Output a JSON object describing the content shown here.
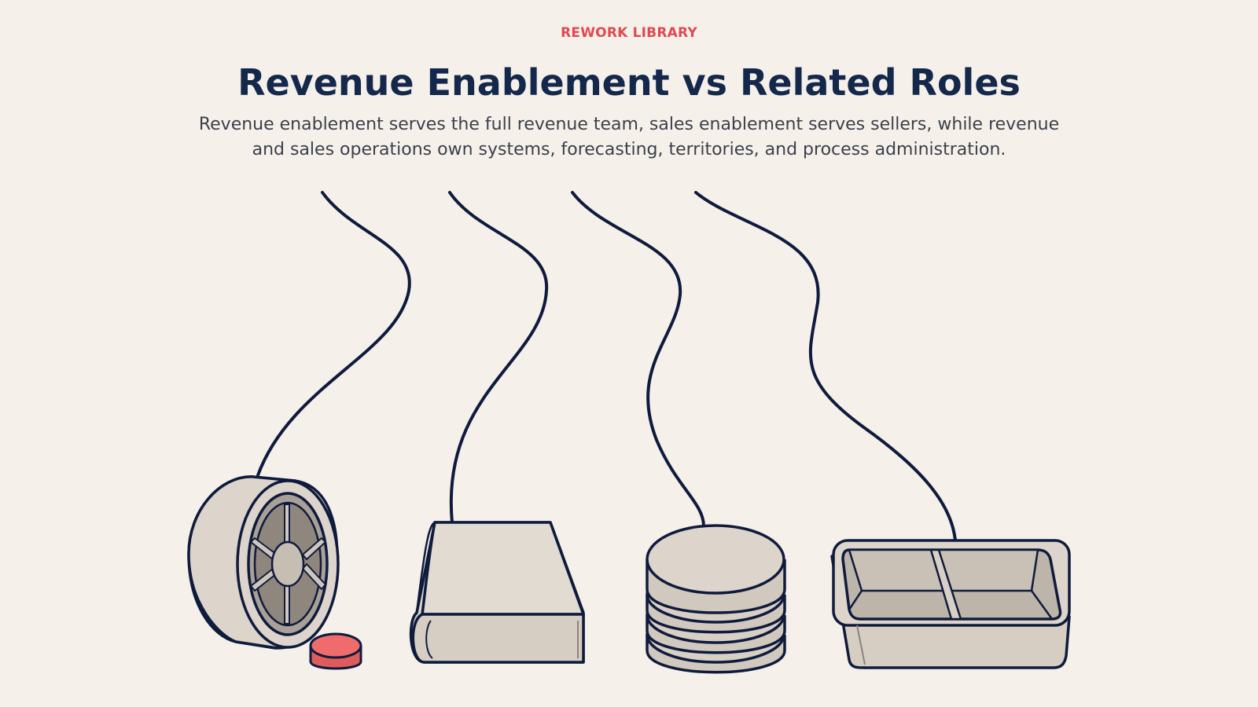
{
  "header": {
    "eyebrow": "REWORK LIBRARY",
    "title": "Revenue Enablement vs Related Roles",
    "subtitle": "Revenue enablement serves the full revenue team, sales enablement serves sellers, while revenue and sales operations own systems, forecasting, territories, and process administration."
  },
  "illustration": {
    "objects": [
      {
        "icon": "wheel-icon"
      },
      {
        "icon": "book-icon"
      },
      {
        "icon": "stacked-disks-icon"
      },
      {
        "icon": "divided-tray-icon"
      }
    ],
    "accent_object": {
      "icon": "red-token-icon"
    }
  },
  "colors": {
    "background": "#f5f1ea",
    "accent": "#e04a4f",
    "title": "#14284b",
    "stroke": "#0f1b3d",
    "object_fill": "#ddd5cb",
    "object_shade": "#bfb6ac",
    "token": "#f06b6b"
  }
}
